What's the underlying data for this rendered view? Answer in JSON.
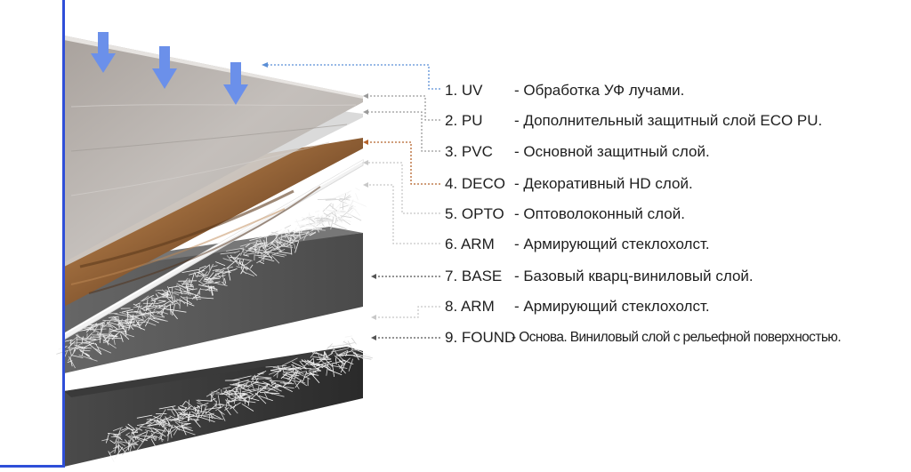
{
  "colors": {
    "frame": "#2f4fd8",
    "arrow": "#6b90ea",
    "leader_uv": "#5b8fd6",
    "leader_grey": "#9a9a9a",
    "leader_light": "#c8c8c8",
    "leader_deco": "#b5642c",
    "leader_dark": "#555555"
  },
  "legend": [
    {
      "num": "1. UV",
      "desc": "- Обработка УФ лучами."
    },
    {
      "num": "2. PU",
      "desc": "- Дополнительный защитный слой ECO PU."
    },
    {
      "num": "3. PVC",
      "desc": "- Основной защитный слой."
    },
    {
      "num": "4. DECO",
      "desc": "- Декоративный HD слой."
    },
    {
      "num": "5. OPTO",
      "desc": "- Оптоволоконный слой."
    },
    {
      "num": "6. ARM",
      "desc": "- Армирующий стеклохолст."
    },
    {
      "num": "7. BASE",
      "desc": "- Базовый кварц-виниловый слой."
    },
    {
      "num": "8. ARM",
      "desc": "- Армирующий стеклохолст."
    },
    {
      "num": "9. FOUND",
      "desc": "- Основа. Виниловый слой с рельефной поверхностью."
    }
  ]
}
